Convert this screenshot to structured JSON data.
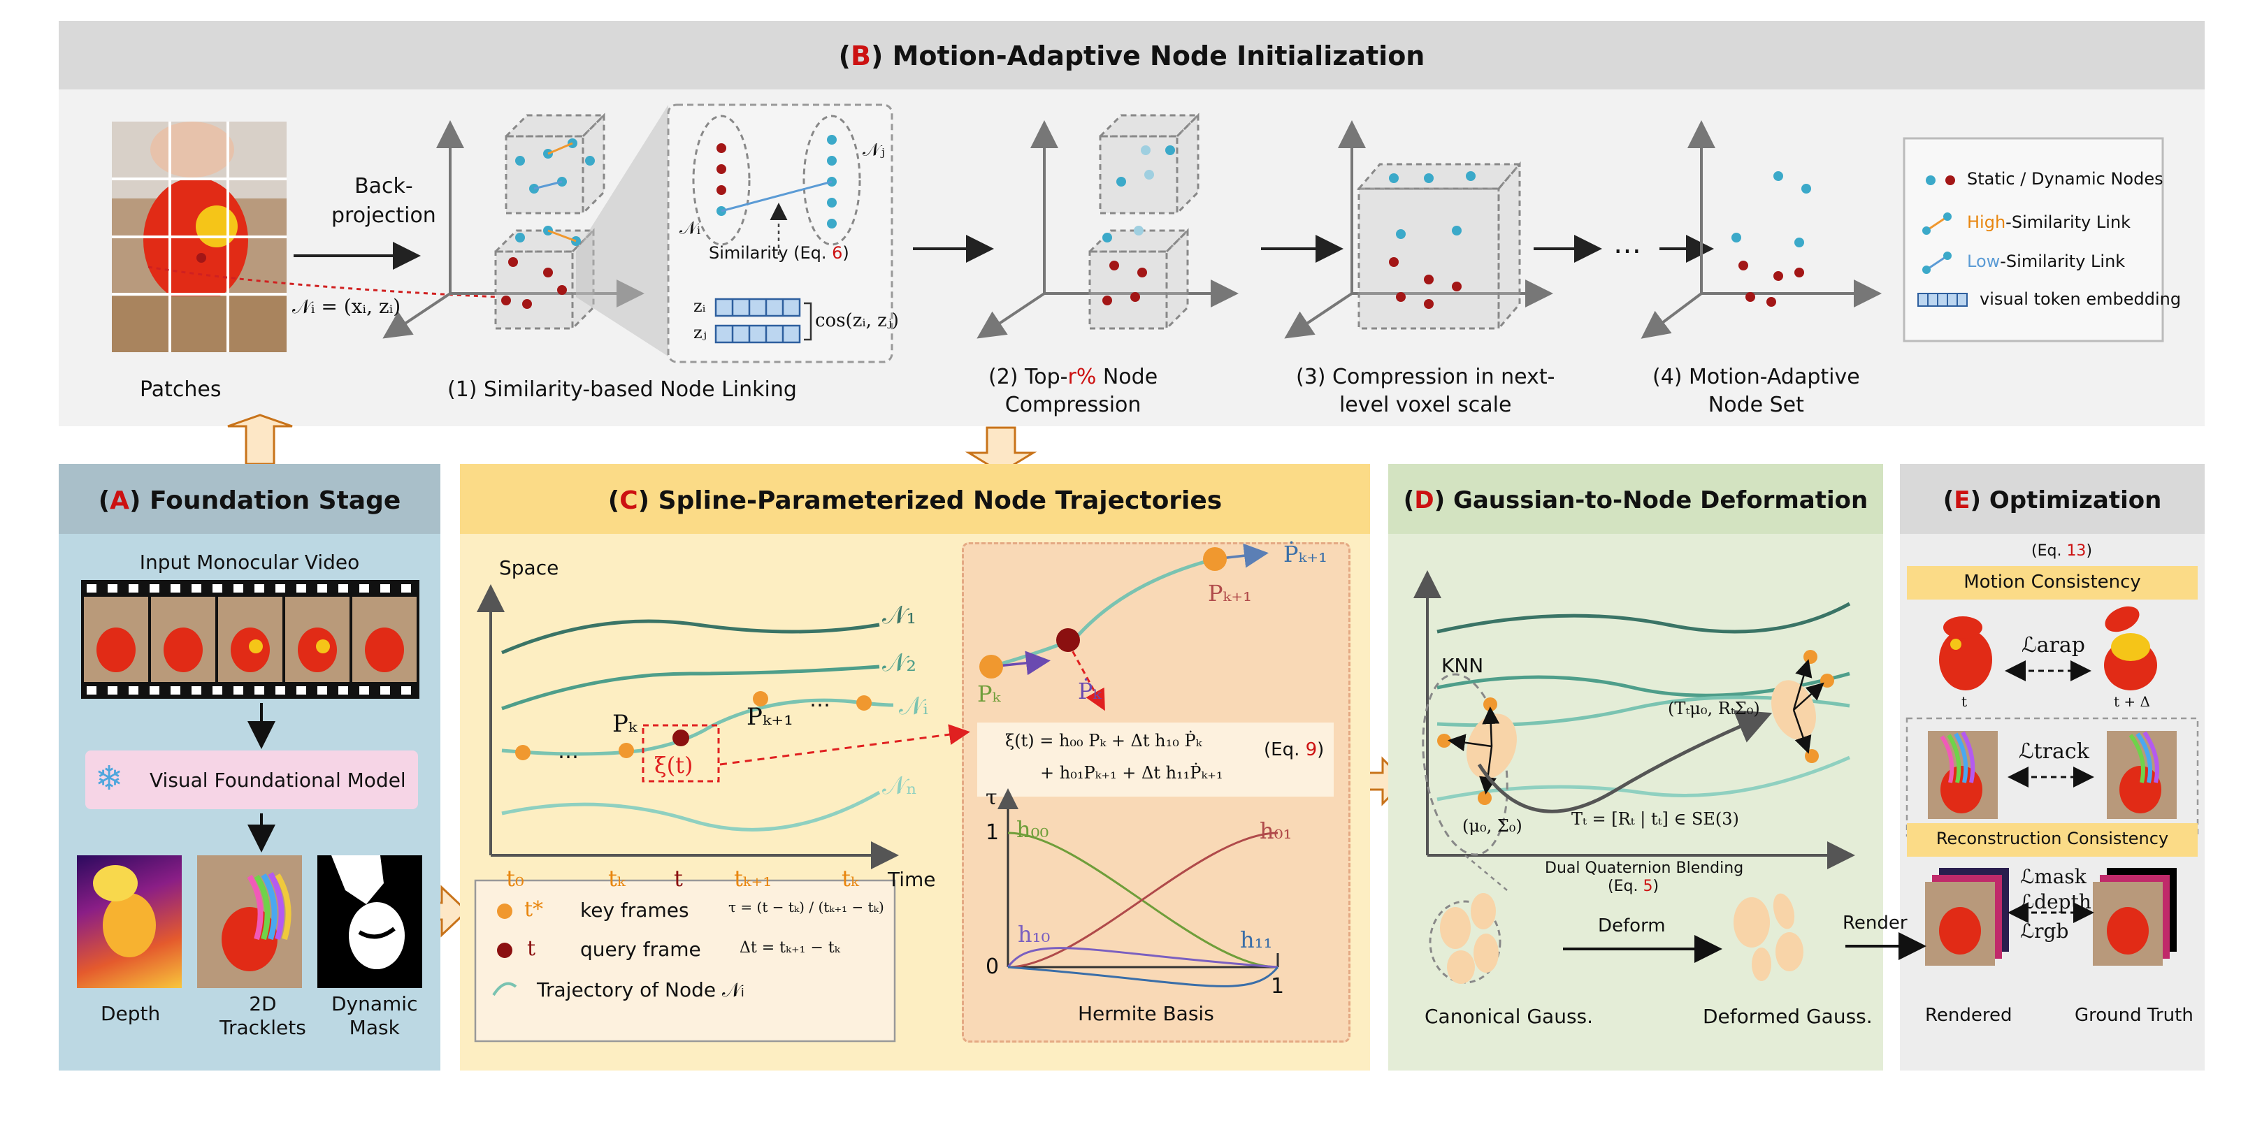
{
  "panel_b": {
    "title_prefix": "(",
    "title_letter": "B",
    "title_rest": ") Motion-Adaptive Node Initialization",
    "patches_label": "Patches",
    "backproj_label_1": "Back-",
    "backproj_label_2": "projection",
    "ni_formula": "𝒩ᵢ = (xᵢ, zᵢ)",
    "step1_label": "(1) Similarity-based Node Linking",
    "similarity_prefix": "Similarity (Eq. ",
    "similarity_eq": "6",
    "similarity_suffix": ")",
    "cos_label": "cos(zᵢ, zⱼ)",
    "zi": "zᵢ",
    "zj": "zⱼ",
    "ni_small": "𝒩ᵢ",
    "nj_small": "𝒩ⱼ",
    "step2_label_a": "(2) Top-",
    "step2_label_r": "r%",
    "step2_label_b": " Node",
    "step2_label_c": "Compression",
    "step3_label_a": "(3) Compression in next-",
    "step3_label_b": "level voxel scale",
    "step4_label_a": "(4) Motion-Adaptive",
    "step4_label_b": "Node Set",
    "ellipsis": "…",
    "legend": {
      "nodes": "Static / Dynamic Nodes",
      "high_prefix": "High",
      "high_suffix": "-Similarity Link",
      "low_prefix": "Low",
      "low_suffix": "-Similarity Link",
      "token": "visual token embedding"
    }
  },
  "panel_a": {
    "title_prefix": "(",
    "title_letter": "A",
    "title_rest": ") Foundation Stage",
    "video_label": "Input Monocular Video",
    "vfm_label": "Visual Foundational Model",
    "depth_label": "Depth",
    "tracklets_label_a": "2D",
    "tracklets_label_b": "Tracklets",
    "mask_label_a": "Dynamic",
    "mask_label_b": "Mask"
  },
  "panel_c": {
    "title_prefix": "(",
    "title_letter": "C",
    "title_rest": ") Spline-Parameterized Node Trajectories",
    "space_label": "Space",
    "time_label": "Time",
    "curve_labels": [
      "𝒩₁",
      "𝒩₂",
      "𝒩ᵢ",
      "𝒩ₙ"
    ],
    "pk": "Pₖ",
    "pk1": "Pₖ₊₁",
    "xi": "ξ(t)",
    "dots": "…",
    "ticks": [
      "t₀",
      "tₖ",
      "t",
      "tₖ₊₁",
      "tₖ"
    ],
    "legend_key": "key frames",
    "legend_key_sym": "t*",
    "legend_query": "query frame",
    "legend_query_sym": "t",
    "legend_traj": "Trajectory of Node 𝒩ᵢ",
    "tau_formula": "τ = (t − tₖ) / (tₖ₊₁ − tₖ)",
    "dt_formula": "Δt = tₖ₊₁ − tₖ",
    "inset_pk": "Pₖ",
    "inset_pk_dot": "Ṗₖ",
    "inset_pk1": "Pₖ₊₁",
    "inset_pk1_dot": "Ṗₖ₊₁",
    "eq_line1": "ξ(t) = h₀₀ Pₖ + Δt h₁₀ Ṗₖ",
    "eq_line2": "+ h₀₁Pₖ₊₁ + Δt h₁₁Ṗₖ₊₁",
    "eq_ref_prefix": "(Eq. ",
    "eq_ref_num": "9",
    "eq_ref_suffix": ")",
    "hermite_label": "Hermite Basis",
    "tau": "τ",
    "h00": "h₀₀",
    "h01": "h₀₁",
    "h10": "h₁₀",
    "h11": "h₁₁",
    "axis_one_y": "1",
    "axis_zero": "0",
    "axis_one_x": "1"
  },
  "panel_d": {
    "title_prefix": "(",
    "title_letter": "D",
    "title_rest": ") Gaussian-to-Node Deformation",
    "knn": "KNN",
    "mu0": "(μ₀, Σ₀)",
    "transformed": "(Tₜμ₀, RₜΣ₀)",
    "tt_formula": "Tₜ = [Rₜ | tₜ] ∈ SE(3)",
    "dqb_label": "Dual Quaternion Blending",
    "dqb_eq_prefix": "(Eq. ",
    "dqb_eq_num": "5",
    "dqb_eq_suffix": ")",
    "deform": "Deform",
    "canonical": "Canonical Gauss.",
    "deformed": "Deformed Gauss."
  },
  "panel_e": {
    "title_prefix": "(",
    "title_letter": "E",
    "title_rest": ") Optimization",
    "eq_prefix": "(Eq. ",
    "eq_num": "13",
    "eq_suffix": ")",
    "motion": "Motion Consistency",
    "l_arap": "ℒarap",
    "t_label": "t",
    "t_delta": "t + Δ",
    "l_track": "ℒtrack",
    "recon": "Reconstruction Consistency",
    "l_mask": "ℒmask",
    "l_depth": "ℒdepth",
    "l_rgb": "ℒrgb",
    "render": "Render",
    "rendered": "Rendered",
    "gt": "Ground Truth"
  },
  "colors": {
    "static_node": "#3ba9c9",
    "dynamic_node": "#a31616",
    "key_frame": "#f0982f",
    "query_frame": "#8b1010",
    "panel_b_bg": "#f2f2f2",
    "panel_a_bg": "#bcd8e3",
    "panel_c_bg": "#fdeec2",
    "panel_d_bg": "#e4edd7",
    "panel_e_bg": "#ededed",
    "accent_red": "#cc1111"
  }
}
